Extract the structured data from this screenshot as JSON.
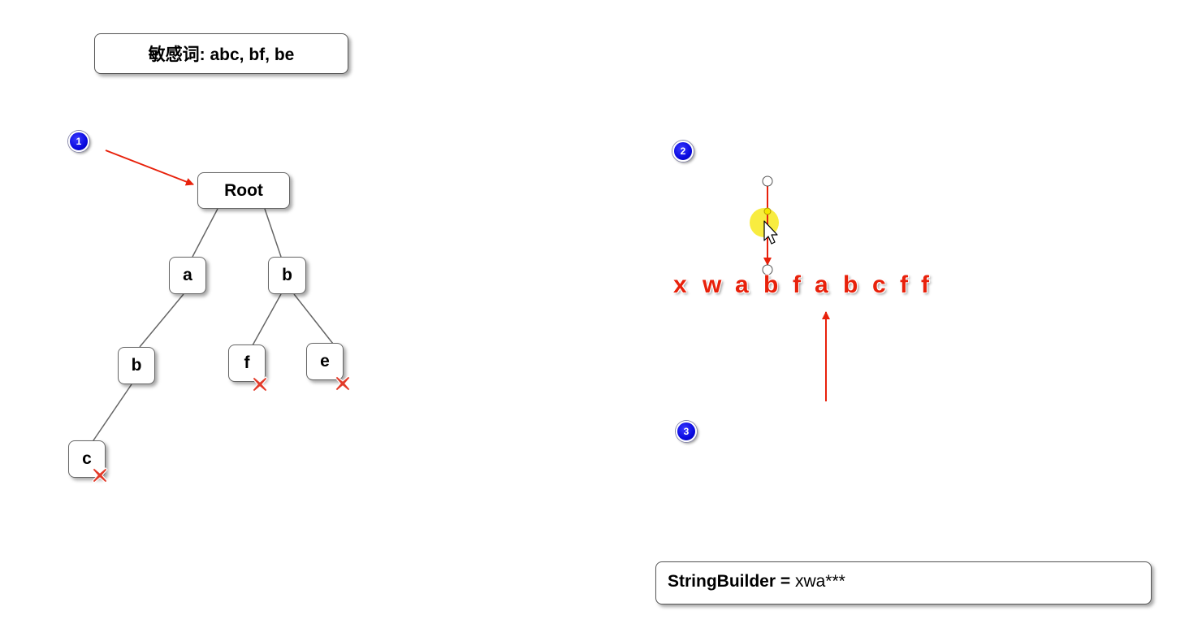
{
  "title_box": {
    "text": "敏感词: abc, bf, be"
  },
  "tree": {
    "root": "Root",
    "node_a": "a",
    "node_b_right": "b",
    "node_b_left": "b",
    "node_f": "f",
    "node_e": "e",
    "node_c": "c"
  },
  "steps": {
    "one": "1",
    "two": "2",
    "three": "3"
  },
  "sequence": [
    "x",
    "w",
    "a",
    "b",
    "f",
    "a",
    "b",
    "c",
    "f",
    "f"
  ],
  "string_builder": {
    "label": "StringBuilder = ",
    "value": "xwa***"
  },
  "colors": {
    "arrow": "#e8210b",
    "badge": "#0a0adf",
    "highlight": "#f5e600"
  },
  "icons": {
    "terminal_mark": "x-mark-icon",
    "pointer": "cursor-icon"
  }
}
